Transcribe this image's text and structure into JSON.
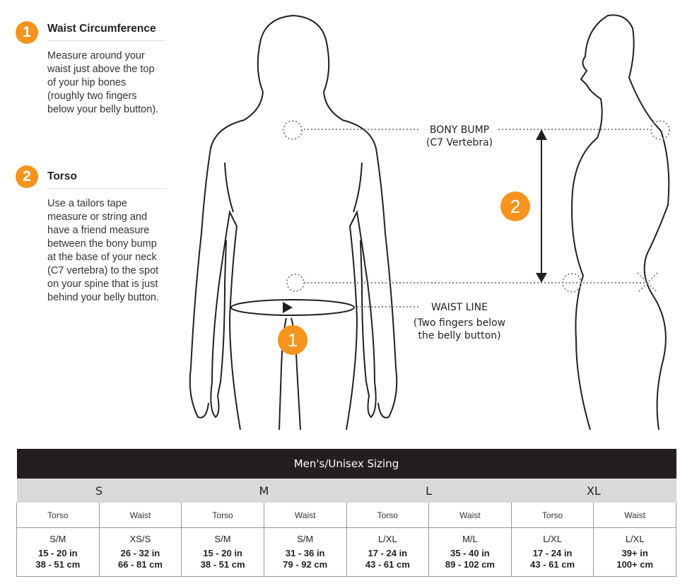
{
  "steps": [
    {
      "number": "1",
      "title": "Waist Circumference",
      "text": "Measure around your waist just above the top of your hip bones (roughly two fingers below your belly button)."
    },
    {
      "number": "2",
      "title": "Torso",
      "text": "Use a tailors tape measure or string and have a friend measure between the bony bump at the base of your neck (C7 vertebra) to the spot on your spine that is just behind your belly button."
    }
  ],
  "diagram": {
    "bony_bump": "BONY BUMP",
    "bony_bump_sub": "(C7 Vertebra)",
    "waist_line": "WAIST LINE",
    "waist_line_sub1": "(Two fingers below",
    "waist_line_sub2": "the belly button)",
    "marker_1": "1",
    "marker_2": "2"
  },
  "colors": {
    "accent": "#f7941d",
    "header": "#231f20",
    "size_row": "#d9d9d9"
  },
  "table": {
    "title": "Men's/Unisex Sizing",
    "sizes": [
      "S",
      "M",
      "L",
      "XL"
    ],
    "subheaders": [
      "Torso",
      "Waist",
      "Torso",
      "Waist",
      "Torso",
      "Waist",
      "Torso",
      "Waist"
    ],
    "cells": [
      {
        "size": "S/M",
        "in": "15 - 20 in",
        "cm": "38 - 51 cm"
      },
      {
        "size": "XS/S",
        "in": "26 - 32 in",
        "cm": "66 - 81 cm"
      },
      {
        "size": "S/M",
        "in": "15 - 20 in",
        "cm": "38 - 51 cm"
      },
      {
        "size": "S/M",
        "in": "31 - 36 in",
        "cm": "79 - 92 cm"
      },
      {
        "size": "L/XL",
        "in": "17 - 24 in",
        "cm": "43 - 61 cm"
      },
      {
        "size": "M/L",
        "in": "35 - 40 in",
        "cm": "89 - 102 cm"
      },
      {
        "size": "L/XL",
        "in": "17 - 24 in",
        "cm": "43 - 61 cm"
      },
      {
        "size": "L/XL",
        "in": "39+ in",
        "cm": "100+ cm"
      }
    ]
  }
}
